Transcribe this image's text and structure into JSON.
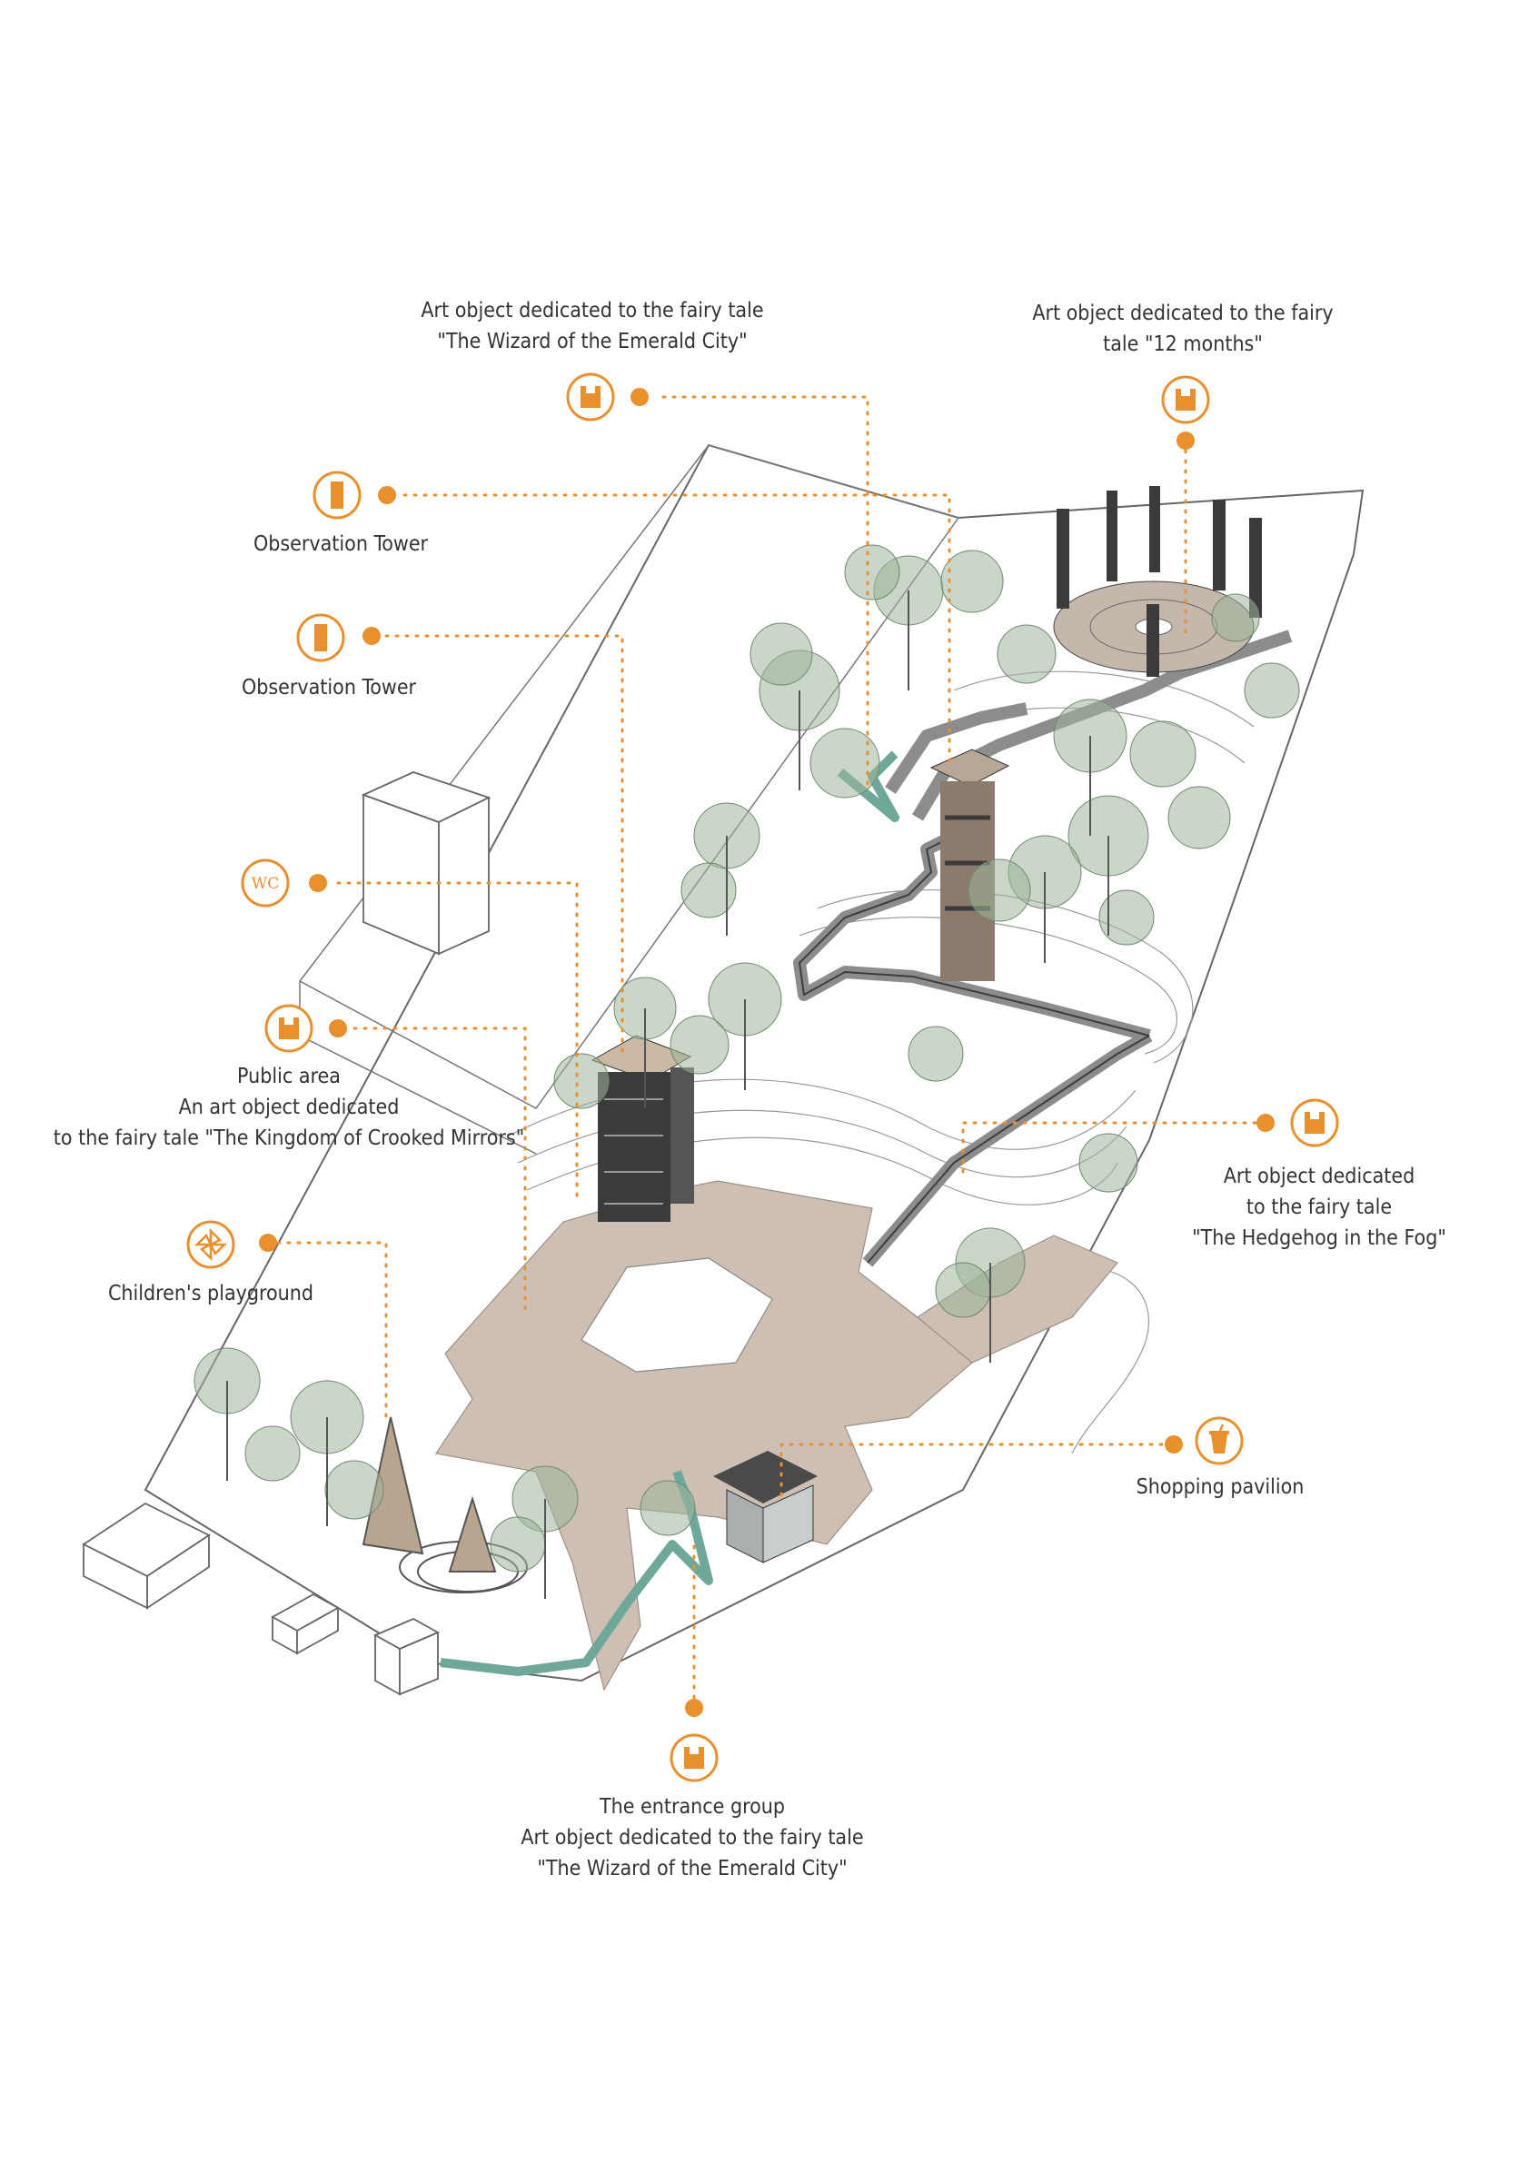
{
  "annotations": [
    {
      "id": "wizard-top",
      "lines": [
        "Art object dedicated to the fairy tale",
        "\"The Wizard of the Emerald City\""
      ],
      "icon": "book-icon"
    },
    {
      "id": "twelve-months",
      "lines": [
        "Art object dedicated to the fairy",
        "tale \"12 months\""
      ],
      "icon": "book-icon"
    },
    {
      "id": "observation-tower-1",
      "lines": [
        "Observation Tower"
      ],
      "icon": "tower-icon"
    },
    {
      "id": "observation-tower-2",
      "lines": [
        "Observation Tower"
      ],
      "icon": "tower-icon"
    },
    {
      "id": "wc",
      "lines": [],
      "icon": "wc-icon",
      "icon_text": "WC"
    },
    {
      "id": "public-area",
      "lines": [
        "Public area",
        "An art object dedicated",
        "to the fairy tale \"The Kingdom of Crooked Mirrors\""
      ],
      "icon": "book-icon"
    },
    {
      "id": "hedgehog",
      "lines": [
        "Art object dedicated",
        "to the fairy tale",
        "\"The Hedgehog in the Fog\""
      ],
      "icon": "book-icon"
    },
    {
      "id": "playground",
      "lines": [
        "Children's playground"
      ],
      "icon": "pinwheel-icon"
    },
    {
      "id": "shopping",
      "lines": [
        "Shopping pavilion"
      ],
      "icon": "cup-icon"
    },
    {
      "id": "entrance",
      "lines": [
        "The entrance group",
        "Art object dedicated to the fairy tale",
        "\"The Wizard of the Emerald City\""
      ],
      "icon": "book-icon"
    }
  ],
  "colors": {
    "accent": "#e8902e",
    "path": "#cdbfb3",
    "glass": "#6fa89a",
    "tree": "#8aa58a",
    "tower": "#3b3b3b",
    "outline": "#555555"
  }
}
